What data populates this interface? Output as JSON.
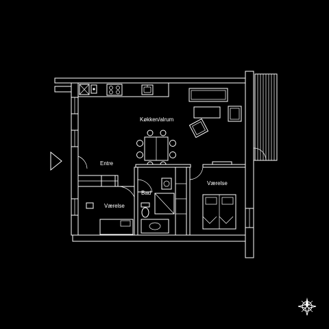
{
  "rooms": {
    "kitchen": "Køkken/alrum",
    "entry": "Entre",
    "bedroom_left": "Værelse",
    "bathroom": "Bad",
    "bedroom_right": "Værelse"
  },
  "icons": {
    "entrance": "entrance-arrow-icon",
    "compass": "compass-rose-icon"
  },
  "colors": {
    "background": "#000000",
    "lines": "#ffffff"
  }
}
